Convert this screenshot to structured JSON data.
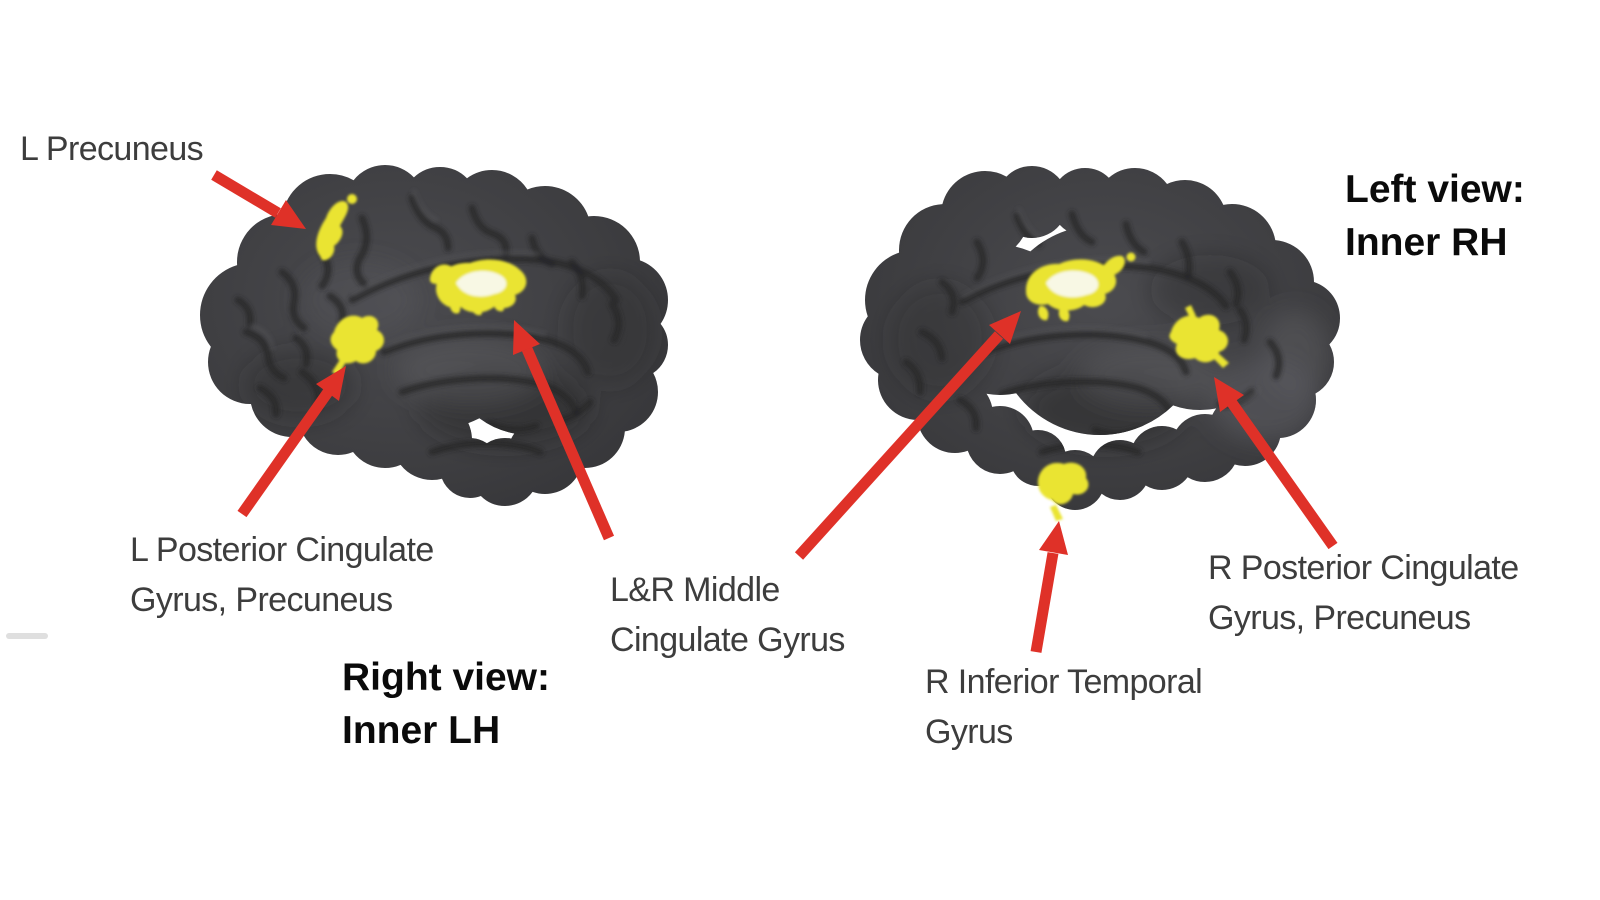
{
  "figure": {
    "colors": {
      "background": "#ffffff",
      "arrow": "#df3128",
      "highlight": "#eae431",
      "highlight-bright": "#f8f8e4",
      "brain-base": "#4b4b4f",
      "brain-mid": "#3d3d40",
      "brain-edge": "#313134",
      "brain-dark": "#272729",
      "brain-light": "#5c5c60",
      "sulcus": "#242427",
      "label-text": "#3d3d3d",
      "caption-text": "#0a0a0a",
      "artifact": "#d9d9d9"
    },
    "panels": {
      "left": {
        "caption_line1": "Right view:",
        "caption_line2": "Inner LH"
      },
      "right": {
        "caption_line1": "Left view:",
        "caption_line2": "Inner RH"
      }
    },
    "labels": {
      "l_precuneus": {
        "line1": "L Precuneus"
      },
      "l_pcg": {
        "line1": "L Posterior Cingulate",
        "line2": "Gyrus, Precuneus"
      },
      "lr_mcg": {
        "line1": "L&R Middle",
        "line2": "Cingulate Gyrus"
      },
      "r_itg": {
        "line1": "R Inferior Temporal",
        "line2": "Gyrus"
      },
      "r_pcg": {
        "line1": "R Posterior Cingulate",
        "line2": "Gyrus, Precuneus"
      }
    }
  }
}
